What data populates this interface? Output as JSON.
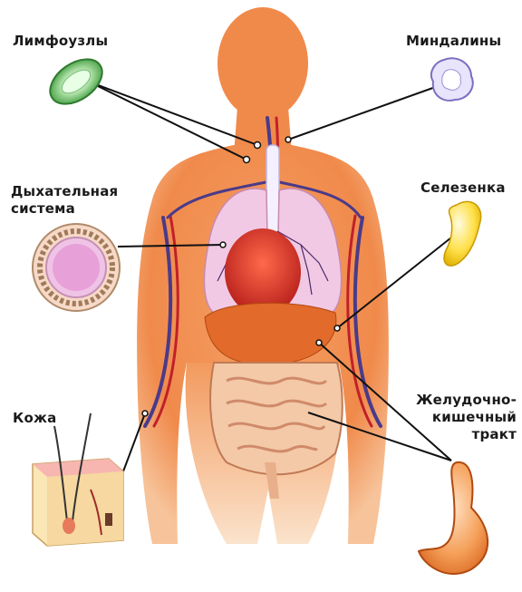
{
  "labels": {
    "lymph_nodes": "Лимфоузлы",
    "tonsils": "Миндалины",
    "respiratory_line1": "Дыхательная",
    "respiratory_line2": "система",
    "spleen": "Селезенка",
    "skin": "Кожа",
    "gi_line1": "Желудочно-",
    "gi_line2": "кишечный",
    "gi_line3": "тракт"
  },
  "colors": {
    "body": "#f08a4b",
    "body_light": "#f6b37f",
    "lungs": "#f2c9e4",
    "heart": "#d63028",
    "vein": "#4a3a8a",
    "artery": "#c0202a",
    "intestine": "#f3c9a8",
    "spleen": "#ffe04a",
    "lymph": "#6fbf6a",
    "tonsil": "#c9c4ef",
    "stomach": "#f07a2a"
  }
}
